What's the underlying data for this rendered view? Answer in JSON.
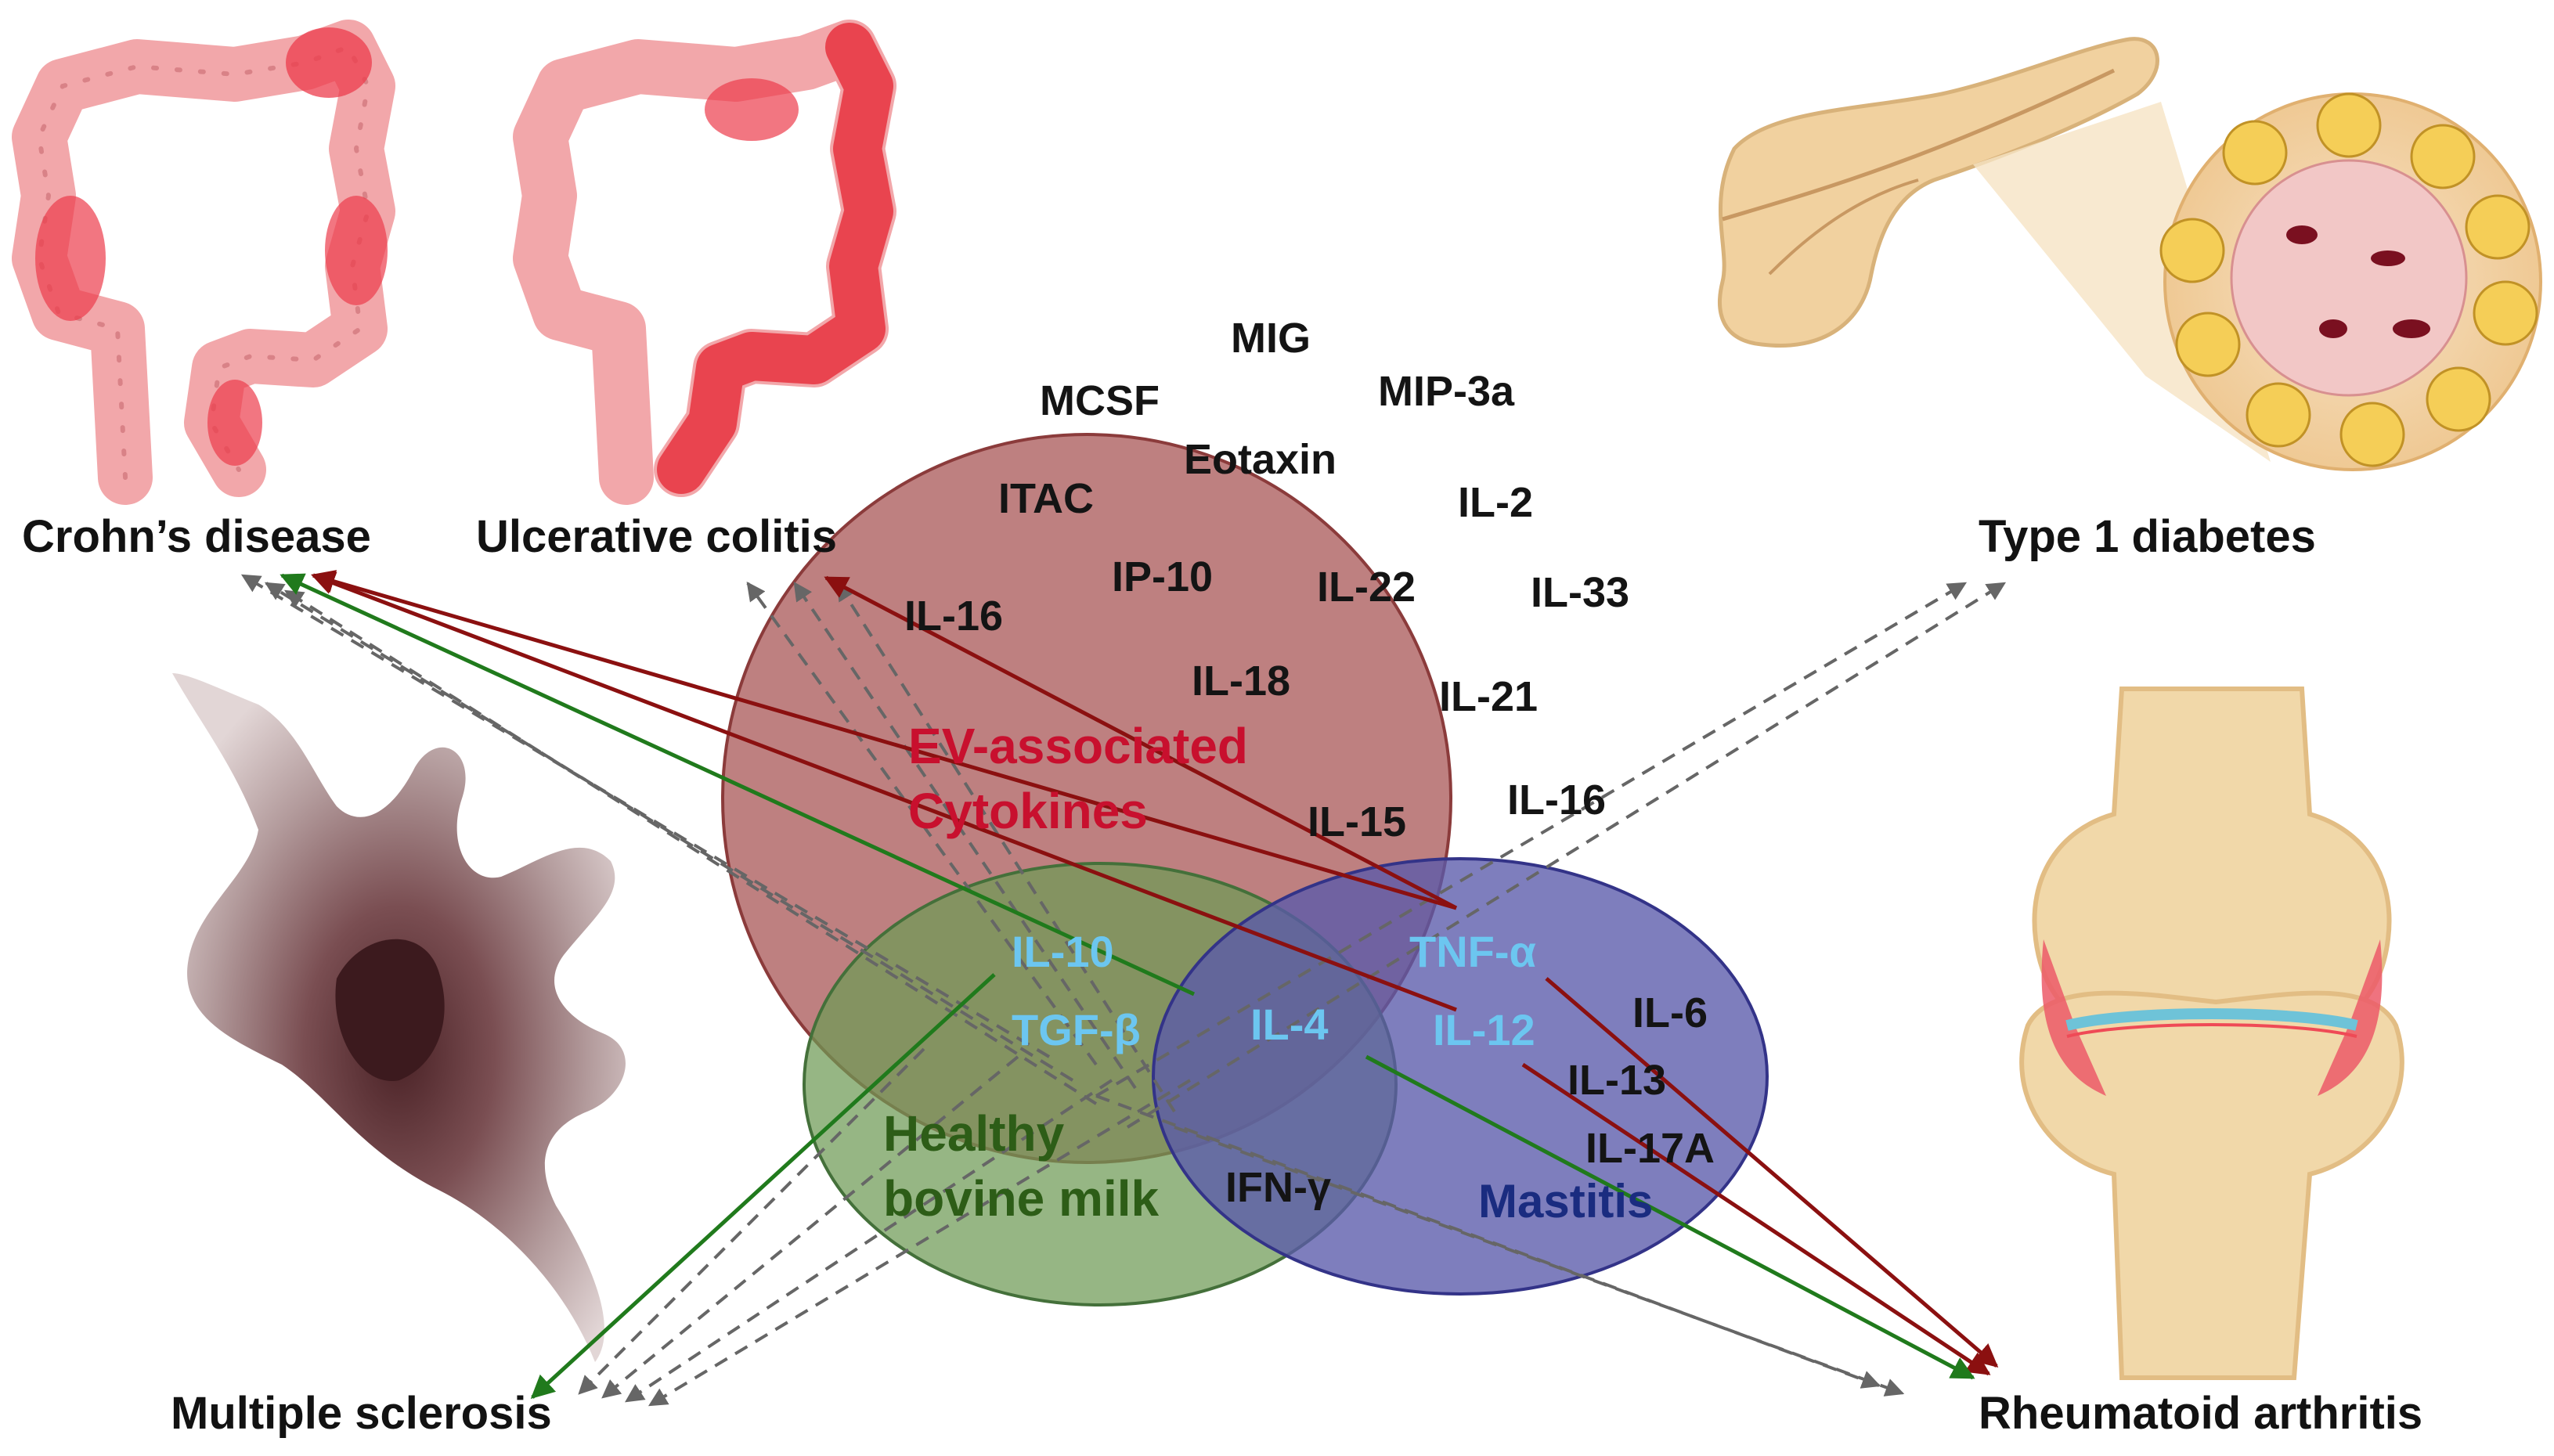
{
  "diseases": {
    "crohns": "Crohn’s disease",
    "uc": "Ulcerative colitis",
    "t1d": "Type 1 diabetes",
    "ms": "Multiple sclerosis",
    "ra": "Rheumatoid arthritis"
  },
  "sets": {
    "ev": [
      "EV-associated",
      "Cytokines"
    ],
    "milk": [
      "Healthy",
      "bovine milk"
    ],
    "mastitis": "Mastitis"
  },
  "ev_only": {
    "mig": "MIG",
    "mcsf": "MCSF",
    "mip3a": "MIP-3a",
    "eotaxin": "Eotaxin",
    "itac": "ITAC",
    "il2": "IL-2",
    "ip10": "IP-10",
    "il22": "IL-22",
    "il33": "IL-33",
    "il16a": "IL-16",
    "il18": "IL-18",
    "il21": "IL-21",
    "il15": "IL-15",
    "il16b": "IL-16"
  },
  "ev_milk": {
    "il10": "IL-10",
    "tgfb": "TGF-β"
  },
  "all_three": {
    "il4": "IL-4"
  },
  "ev_mastitis": {
    "tnfa": "TNF-α",
    "il12": "IL-12"
  },
  "mastitis_only": {
    "il6": "IL-6",
    "il13": "IL-13",
    "il17a": "IL-17A"
  },
  "milk_mastitis": {
    "ifng": "IFN-γ"
  },
  "colors": {
    "ev_circle": "#b06464",
    "milk_circle": "#6e9a55",
    "mastitis_circle": "#5a5aaa",
    "ev_text": "#c8102e",
    "milk_text": "#2d5d17",
    "mastitis_text": "#1a2c80",
    "shared_cytokine_text": "#6cc6f0",
    "arrow_red": "#8b1010",
    "arrow_green": "#207a1c",
    "arrow_dashed": "#666666"
  }
}
